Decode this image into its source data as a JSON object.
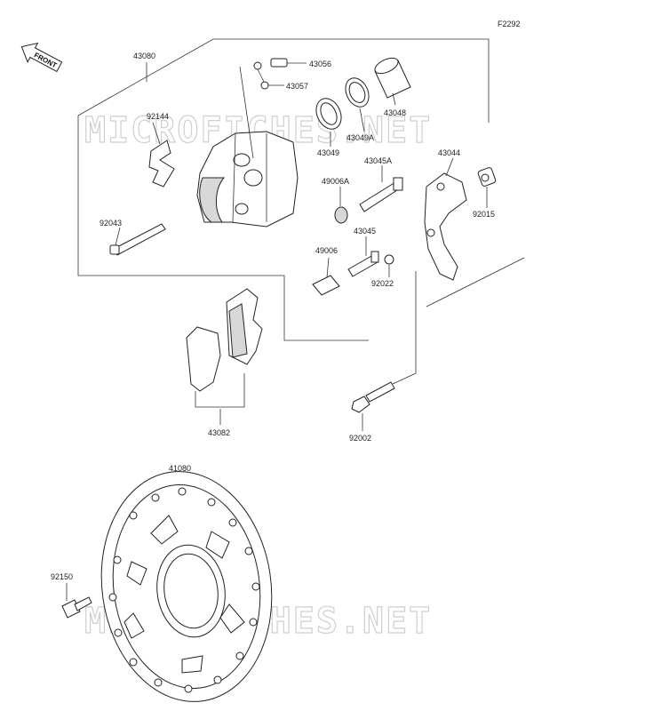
{
  "figure_code": "F2292",
  "front_label": "FRONT",
  "watermark": "MICROFICHES.NET",
  "labels": {
    "p43080": "43080",
    "p43056": "43056",
    "p43057": "43057",
    "p43048": "43048",
    "p92144": "92144",
    "p43049A": "43049A",
    "p43049": "43049",
    "p43045A": "43045A",
    "p43044": "43044",
    "p49006A": "49006A",
    "p92015": "92015",
    "p92043": "92043",
    "p43045": "43045",
    "p49006": "49006",
    "p92022": "92022",
    "p43082": "43082",
    "p92002": "92002",
    "p41080": "41080",
    "p92150": "92150"
  }
}
